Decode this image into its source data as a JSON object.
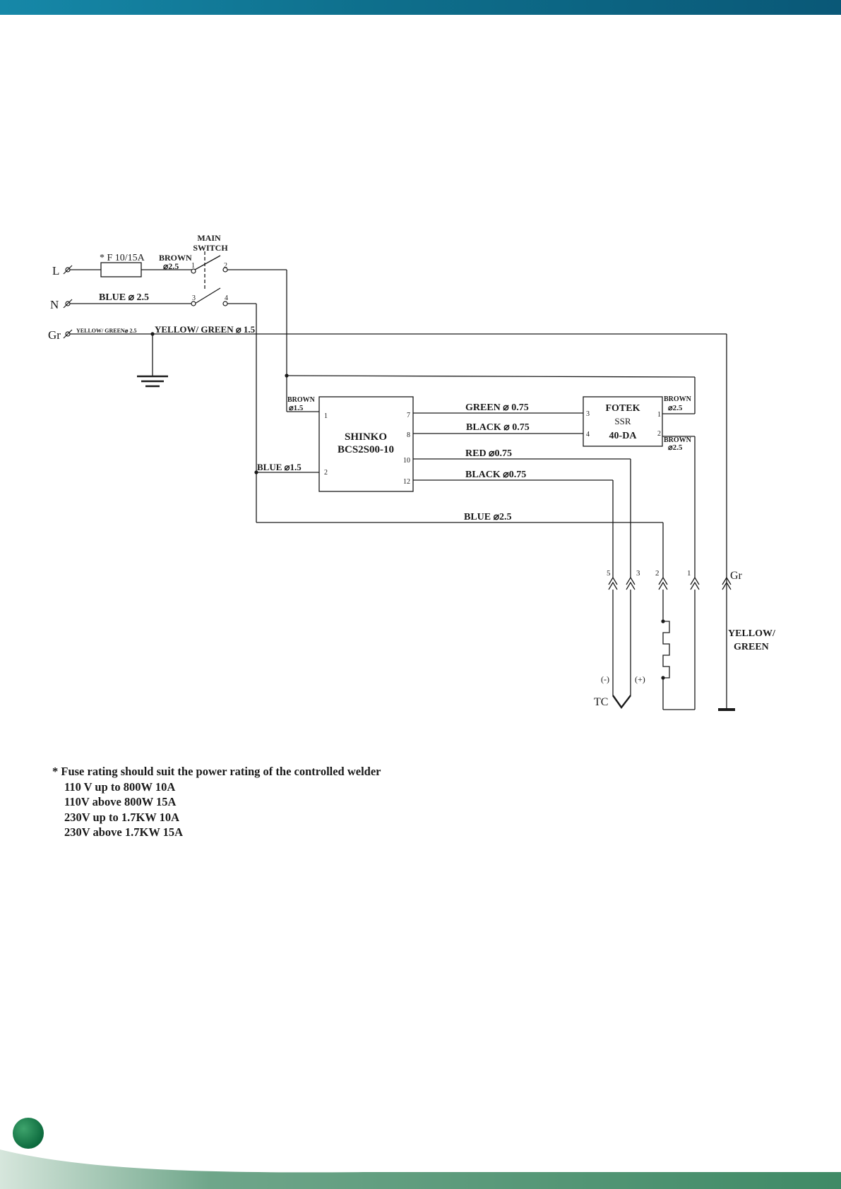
{
  "terminals": {
    "live": "L",
    "neutral": "N",
    "ground": "Gr"
  },
  "main_switch": {
    "line1": "MAIN",
    "line2": "SWITCH",
    "poles": [
      "1",
      "2",
      "3",
      "4"
    ]
  },
  "fuse": {
    "label": "* F 10/15A"
  },
  "wires": {
    "brown_live": {
      "color": "BROWN",
      "size": "⌀2.5"
    },
    "blue_neutral": "BLUE ⌀ 2.5",
    "yellow_green_ground_short": "YELLOW/ GREEN⌀ 2.5",
    "yellow_green_ground": "YELLOW/ GREEN ⌀ 1.5",
    "brown_shinko": {
      "color": "BROWN",
      "size": "⌀1.5"
    },
    "blue_shinko": "BLUE ⌀1.5",
    "green_075": "GREEN ⌀ 0.75",
    "black_075_a": "BLACK ⌀ 0.75",
    "red_075": "RED ⌀0.75",
    "black_075_b": "BLACK ⌀0.75",
    "blue_25_bottom": "BLUE ⌀2.5",
    "brown_ssr_1": {
      "color": "BROWN",
      "size": "⌀2.5"
    },
    "brown_ssr_2": {
      "color": "BROWN",
      "size": "⌀2.5"
    }
  },
  "controller": {
    "line1": "SHINKO",
    "line2": "BCS2S00-10",
    "pins": [
      "1",
      "2",
      "7",
      "8",
      "10",
      "12"
    ]
  },
  "ssr": {
    "line1": "FOTEK",
    "line2": "SSR",
    "line3": "40-DA",
    "pins": [
      "3",
      "4",
      "1",
      "2"
    ]
  },
  "connector": {
    "pins": [
      "5",
      "3",
      "2",
      "1"
    ],
    "ground_label": "Gr"
  },
  "thermocouple": {
    "label": "TC",
    "minus": "(-)",
    "plus": "(+)"
  },
  "ground_wire_label": {
    "line1": "YELLOW/",
    "line2": "GREEN"
  },
  "notes": {
    "heading": "* Fuse rating should suit the power rating of the controlled welder",
    "lines": [
      "110 V up to 800W 10A",
      "110V above 800W 15A",
      "230V up to 1.7KW 10A",
      "230V above 1.7KW 15A"
    ]
  },
  "colors": {
    "header_bar": "#0e6f8c",
    "footer_wave": "#2e7d5b",
    "footer_dot": "#0d6b3e"
  }
}
